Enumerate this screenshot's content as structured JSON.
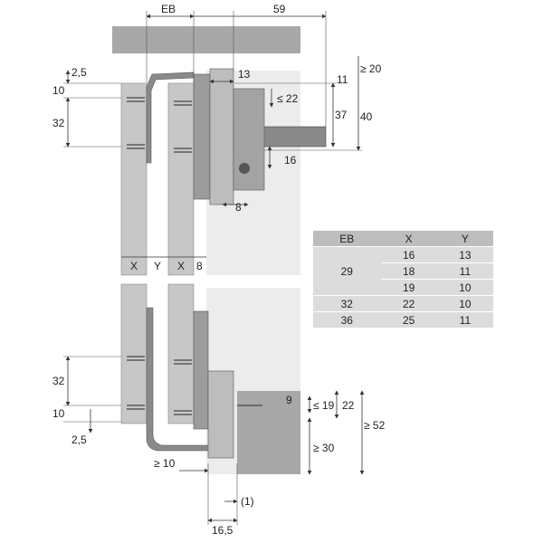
{
  "dimensions": {
    "eb": "EB",
    "d59": "59",
    "d20": "≥ 20",
    "d2_5_top": "2,5",
    "d10_top": "10",
    "d13": "13",
    "d11": "11",
    "d22_top": "≤ 22",
    "d32_top": "32",
    "d37": "37",
    "d40": "40",
    "d16": "16",
    "d8_top": "8",
    "x1": "X",
    "y1": "Y",
    "x2": "X",
    "d8_bottom": "8",
    "d32_bottom": "32",
    "d9": "9",
    "d19": "≤ 19",
    "d22_bottom": "22",
    "d52": "≥ 52",
    "d10_bottom": "10",
    "d2_5_bottom": "2,5",
    "d30": "≥ 30",
    "d10_min": "≥ 10",
    "note1": "(1)",
    "d16_5": "16,5"
  },
  "table": {
    "headers": [
      "EB",
      "X",
      "Y"
    ],
    "rows": [
      [
        "29",
        "16",
        "13"
      ],
      [
        "",
        "18",
        "11"
      ],
      [
        "",
        "19",
        "10"
      ],
      [
        "32",
        "22",
        "10"
      ],
      [
        "36",
        "25",
        "11"
      ]
    ]
  }
}
